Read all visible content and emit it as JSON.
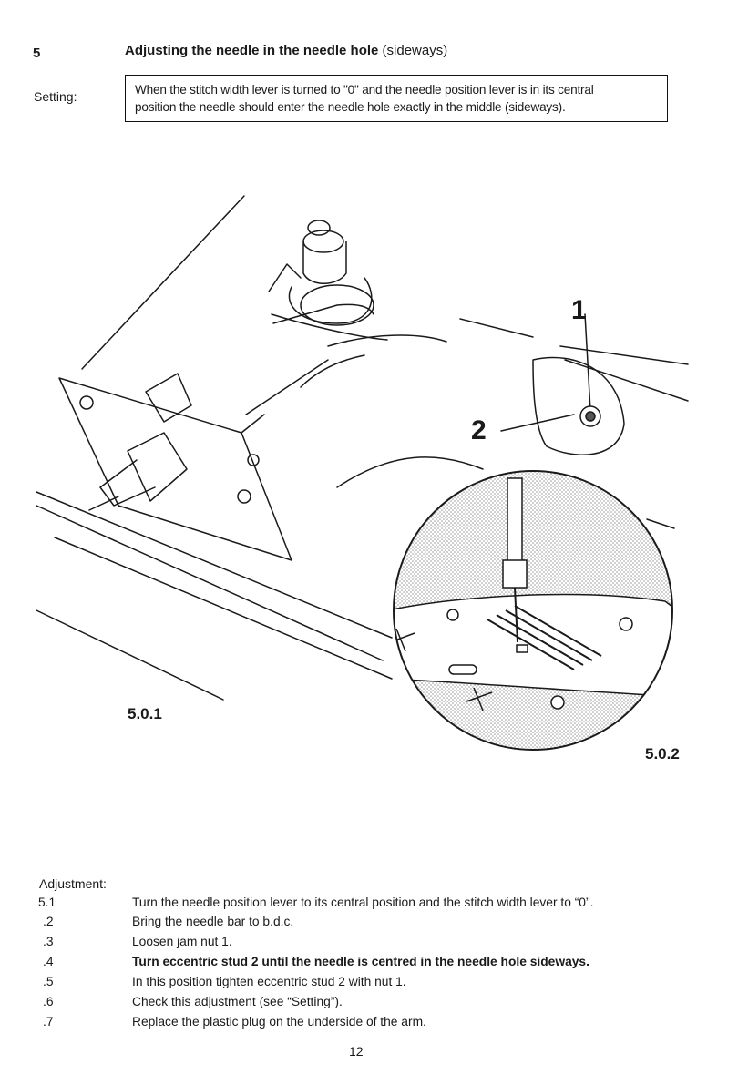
{
  "section": {
    "number": "5",
    "title_bold": "Adjusting the needle in the needle hole",
    "title_rest": " (sideways)"
  },
  "setting": {
    "label": "Setting:",
    "line1": "When the stitch width lever is turned to \"0\" and the needle position lever is in its central",
    "line2": "position the needle should enter the needle hole exactly in the middle (sideways)."
  },
  "figure": {
    "label_left": "5.0.1",
    "label_right": "5.0.2",
    "callout_1": "1",
    "callout_2": "2"
  },
  "adjustment": {
    "label": "Adjustment:",
    "steps": [
      {
        "num": "5.1",
        "text": "Turn the needle position lever to its central position and the stitch width lever to “0”.",
        "bold": false
      },
      {
        "num": ".2",
        "text": "Bring the needle bar to b.d.c.",
        "bold": false
      },
      {
        "num": ".3",
        "text": "Loosen jam nut 1.",
        "bold": false
      },
      {
        "num": ".4",
        "text": "Turn eccentric stud 2 until the needle is centred in the needle hole sideways.",
        "bold": true
      },
      {
        "num": ".5",
        "text": "In this position tighten eccentric stud 2 with nut 1.",
        "bold": false
      },
      {
        "num": ".6",
        "text": "Check this adjustment (see “Setting”).",
        "bold": false
      },
      {
        "num": ".7",
        "text": "Replace the plastic plug on the underside of the arm.",
        "bold": false
      }
    ]
  },
  "page_number": "12"
}
